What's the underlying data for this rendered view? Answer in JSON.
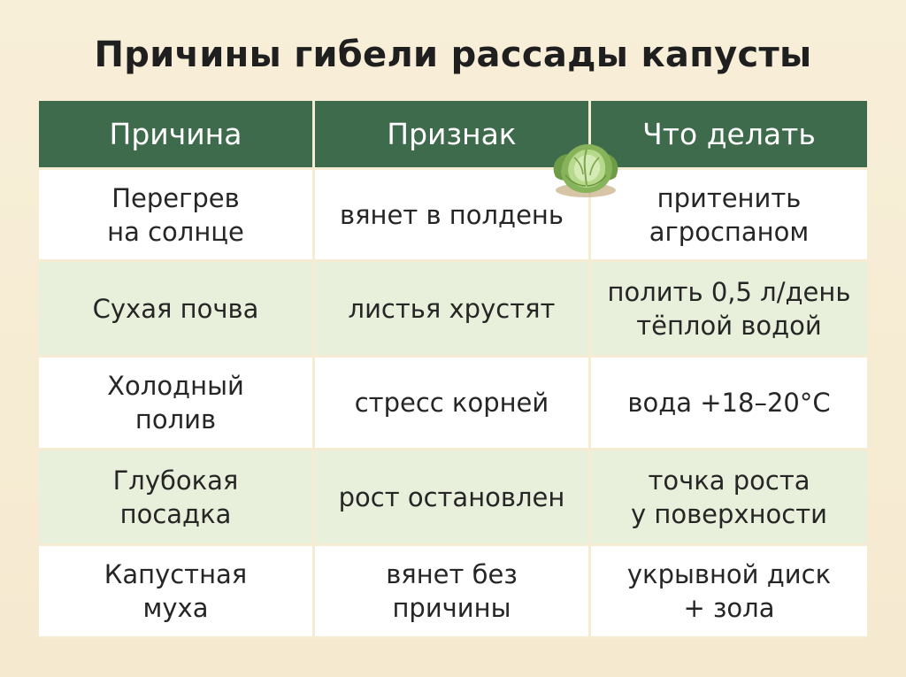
{
  "title": "Причины гибели рассады капусты",
  "table": {
    "headers": [
      "Причина",
      "Признак",
      "Что делать"
    ],
    "rows": [
      [
        "Перегрев\nна солнце",
        "вянет в полдень",
        "притенить\nагроспаном"
      ],
      [
        "Сухая почва",
        "листья хрустят",
        "полить 0,5 л/день\nтёплой водой"
      ],
      [
        "Холодный\nполив",
        "стресс корней",
        "вода +18–20°C"
      ],
      [
        "Глубокая\nпосадка",
        "рост остановлен",
        "точка роста\nу поверхности"
      ],
      [
        "Капустная\nмуха",
        "вянет без\nпричины",
        "укрывной диск\n+ зола"
      ]
    ]
  },
  "colors": {
    "background": "#f6ecd3",
    "header": "#3f6b4d",
    "row_light": "#ffffff",
    "row_green": "#e8f0db"
  },
  "icons": {
    "header_icon": "cabbage-icon"
  }
}
